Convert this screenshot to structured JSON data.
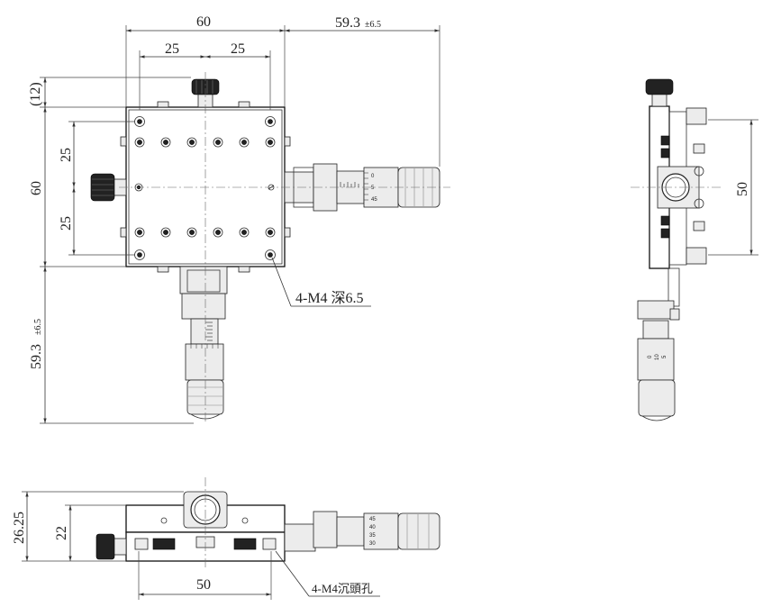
{
  "dimensions": {
    "plate_width": "60",
    "hole_pitch_left": "25",
    "hole_pitch_right": "25",
    "travel_right": "59.3",
    "travel_right_tol": "±6.5",
    "plate_height": "60",
    "hole_pitch_upper": "25",
    "hole_pitch_lower": "25",
    "knob_offset": "(12)",
    "travel_down": "59.3",
    "travel_down_tol": "±6.5",
    "side_pitch": "50",
    "front_total_height": "26.25",
    "front_body_height": "22",
    "front_pitch": "50"
  },
  "callouts": {
    "top_holes": "4-M4 深6.5",
    "counterbore_holes": "4-M4沉頭孔"
  },
  "micrometer_scales": {
    "top_view": [
      "0",
      "5",
      "45"
    ],
    "side_view": [
      "0",
      "10",
      "5"
    ],
    "front_view": [
      "45",
      "40",
      "35",
      "30"
    ]
  },
  "colors": {
    "line": "#222222",
    "knob": "#222222",
    "background": "#ffffff"
  }
}
